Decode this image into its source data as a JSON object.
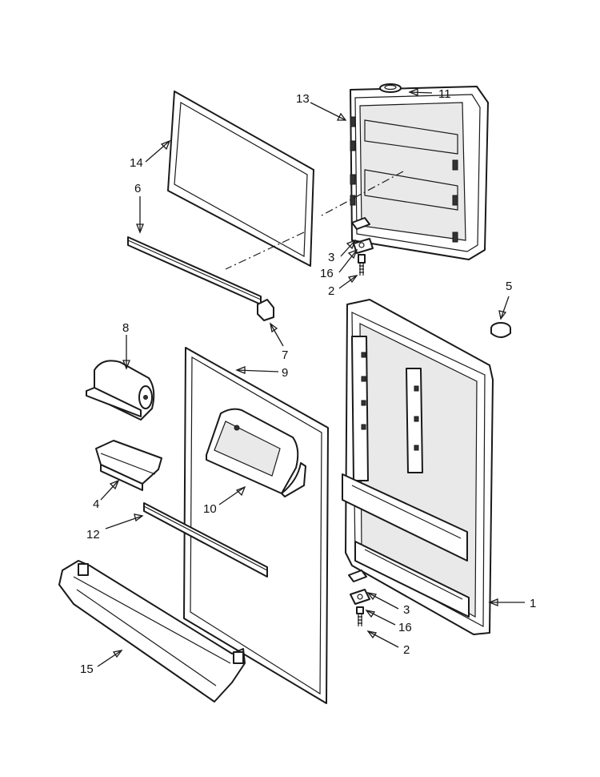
{
  "callouts": [
    {
      "id": "c11",
      "text": "11"
    },
    {
      "id": "c13",
      "text": "13"
    },
    {
      "id": "c14",
      "text": "14"
    },
    {
      "id": "c6",
      "text": "6"
    },
    {
      "id": "c3a",
      "text": "3"
    },
    {
      "id": "c16a",
      "text": "16"
    },
    {
      "id": "c2a",
      "text": "2"
    },
    {
      "id": "c5",
      "text": "5"
    },
    {
      "id": "c7",
      "text": "7"
    },
    {
      "id": "c8",
      "text": "8"
    },
    {
      "id": "c9",
      "text": "9"
    },
    {
      "id": "c10",
      "text": "10"
    },
    {
      "id": "c4",
      "text": "4"
    },
    {
      "id": "c12",
      "text": "12"
    },
    {
      "id": "c1",
      "text": "1"
    },
    {
      "id": "c3b",
      "text": "3"
    },
    {
      "id": "c16b",
      "text": "16"
    },
    {
      "id": "c2b",
      "text": "2"
    },
    {
      "id": "c15",
      "text": "15"
    }
  ]
}
